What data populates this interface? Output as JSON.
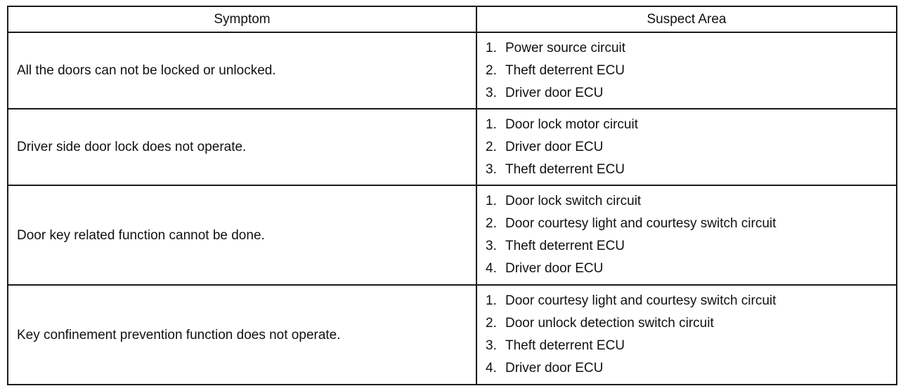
{
  "headers": {
    "symptom": "Symptom",
    "suspect_area": "Suspect Area"
  },
  "rows": [
    {
      "symptom": "All the doors can not be locked or unlocked.",
      "suspects": [
        {
          "num": "1.",
          "text": "Power source circuit"
        },
        {
          "num": "2.",
          "text": "Theft deterrent ECU"
        },
        {
          "num": "3.",
          "text": "Driver door ECU"
        }
      ]
    },
    {
      "symptom": "Driver side door lock does not operate.",
      "suspects": [
        {
          "num": "1.",
          "text": "Door lock motor circuit"
        },
        {
          "num": "2.",
          "text": "Driver door ECU"
        },
        {
          "num": "3.",
          "text": "Theft deterrent ECU"
        }
      ]
    },
    {
      "symptom": "Door key related function cannot be done.",
      "suspects": [
        {
          "num": "1.",
          "text": "Door lock switch circuit"
        },
        {
          "num": "2.",
          "text": "Door courtesy light and courtesy switch circuit"
        },
        {
          "num": "3.",
          "text": "Theft deterrent ECU"
        },
        {
          "num": "4.",
          "text": "Driver door ECU"
        }
      ]
    },
    {
      "symptom": "Key confinement prevention function does not operate.",
      "suspects": [
        {
          "num": "1.",
          "text": "Door courtesy light and courtesy switch circuit"
        },
        {
          "num": "2.",
          "text": "Door unlock detection switch circuit"
        },
        {
          "num": "3.",
          "text": "Theft deterrent ECU"
        },
        {
          "num": "4.",
          "text": "Driver door ECU"
        }
      ]
    }
  ]
}
